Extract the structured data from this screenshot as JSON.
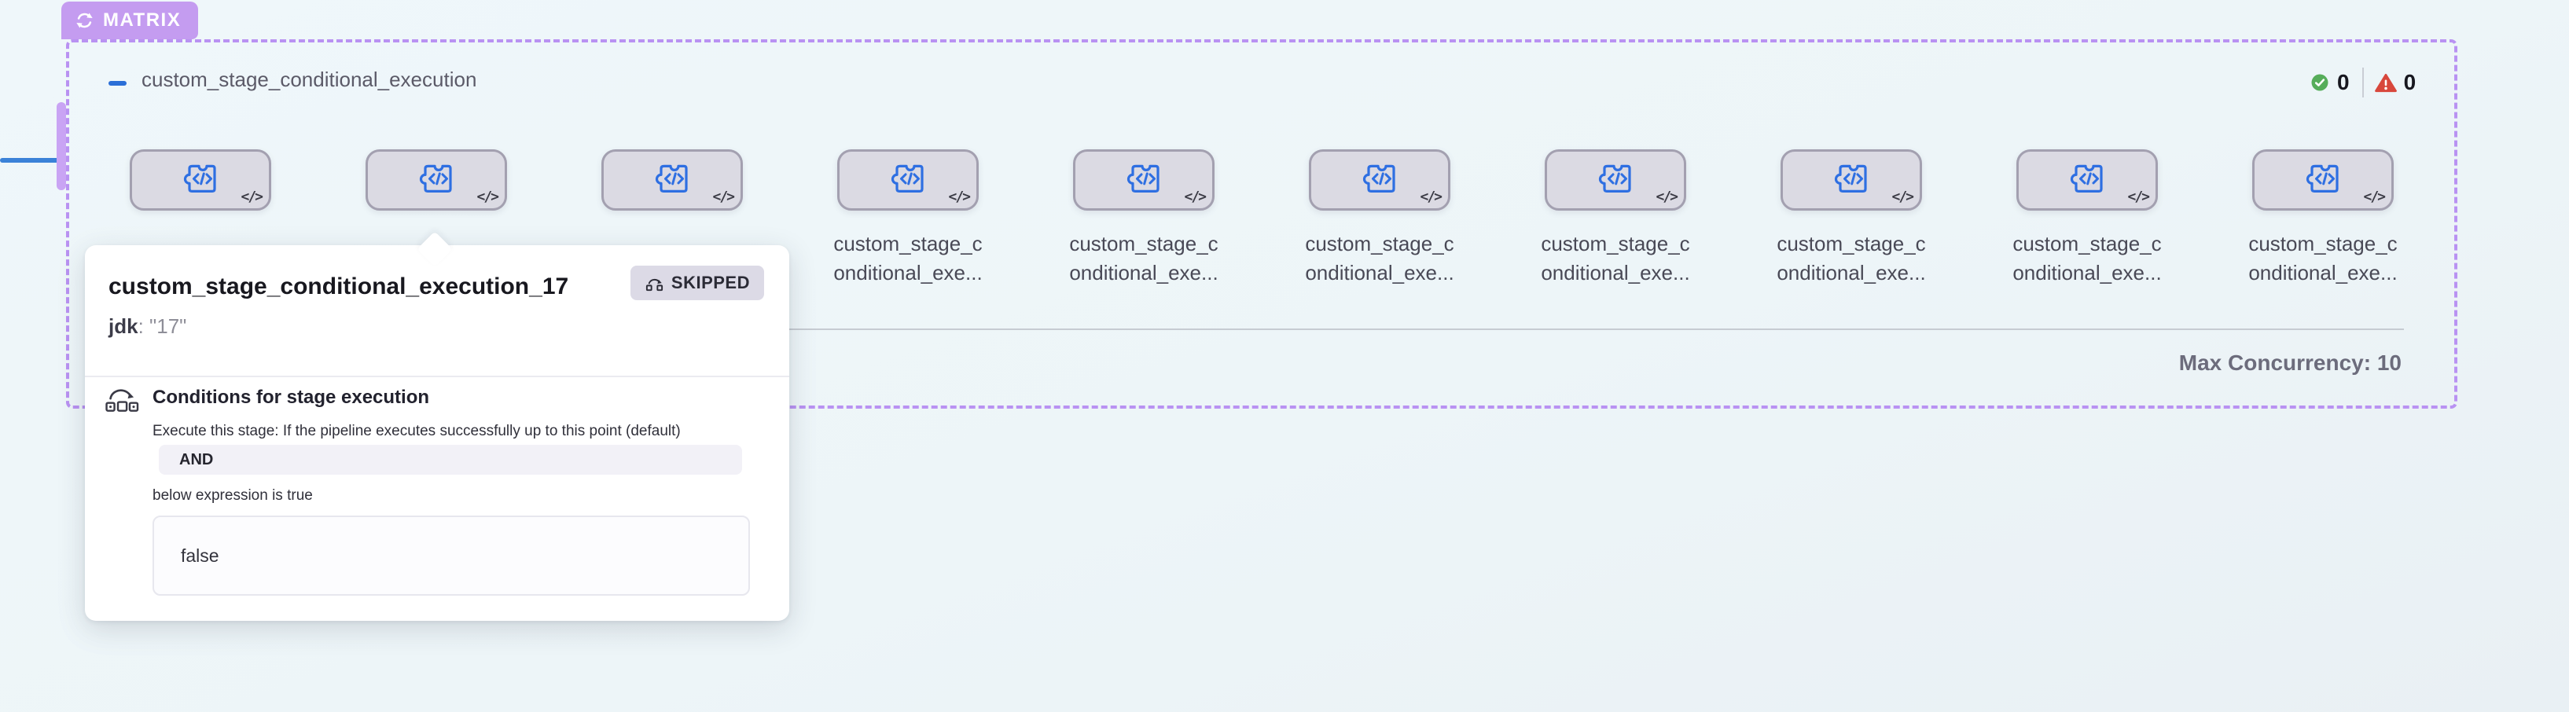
{
  "matrix": {
    "label": "MATRIX"
  },
  "stage_group": {
    "title": "custom_stage_conditional_execution",
    "success_count": "0",
    "error_count": "0",
    "max_concurrency": "Max Concurrency: 10",
    "card_code_glyph": "</>",
    "card_label_line1": "custom_stage_c",
    "card_label_line2": "onditional_exe..."
  },
  "popover": {
    "title": "custom_stage_conditional_execution_17",
    "status": "SKIPPED",
    "matrix_key": "jdk",
    "matrix_value": ": \"17\"",
    "conditions_heading": "Conditions for stage execution",
    "default_condition": "Execute this stage: If the pipeline executes successfully up to this point (default)",
    "operator": "AND",
    "expression_hint": "below expression is true",
    "expression_value": "false"
  },
  "colors": {
    "accent_purple": "#b992f2",
    "badge_purple": "#c49cf0",
    "icon_blue": "#2e6fe2",
    "success_green": "#56ad5a",
    "error_red": "#d8473c",
    "card_fill": "#dbdae3",
    "card_border": "#a3a0b0"
  }
}
